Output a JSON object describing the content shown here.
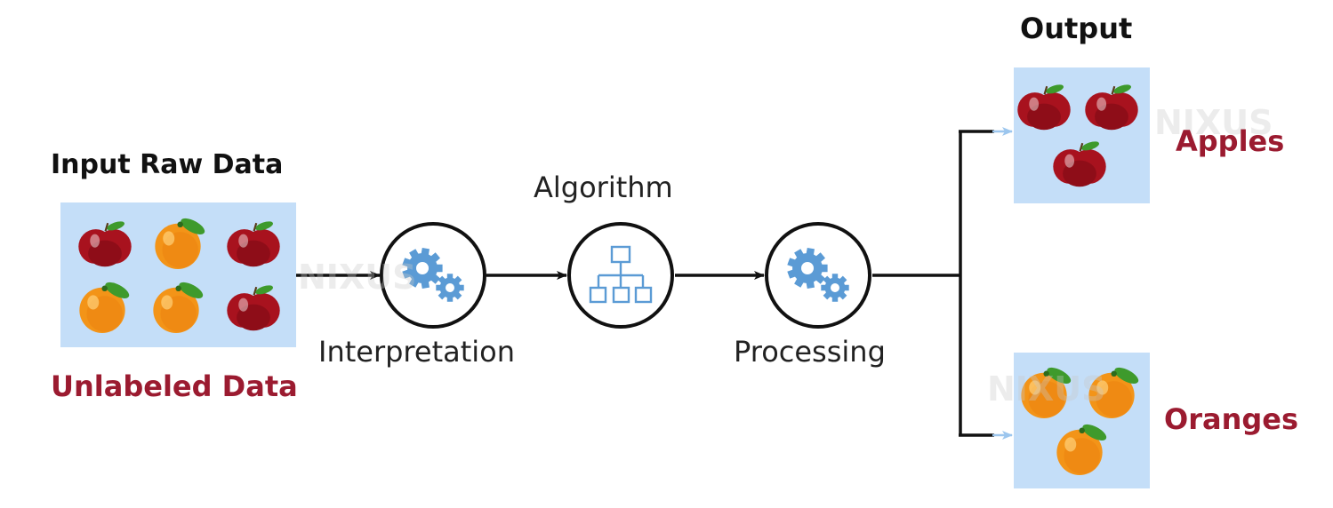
{
  "input": {
    "title": "Input Raw Data",
    "subtitle": "Unlabeled Data",
    "fruits": [
      "apple",
      "orange",
      "apple",
      "orange",
      "orange",
      "apple"
    ]
  },
  "steps": {
    "interpretation": "Interpretation",
    "algorithm": "Algorithm",
    "processing": "Processing"
  },
  "output": {
    "title": "Output",
    "groups": [
      {
        "label": "Apples",
        "fruit": "apple"
      },
      {
        "label": "Oranges",
        "fruit": "orange"
      }
    ]
  },
  "watermark": "NIXUS",
  "colors": {
    "accent_red": "#9b1b30",
    "box_fill": "#c4def8",
    "icon_blue": "#5b9bd5",
    "apple_red": "#a8121e",
    "orange": "#f39418",
    "leaf": "#3e9a2c"
  },
  "icons": [
    "gears-icon",
    "flowchart-icon",
    "gears-icon"
  ]
}
